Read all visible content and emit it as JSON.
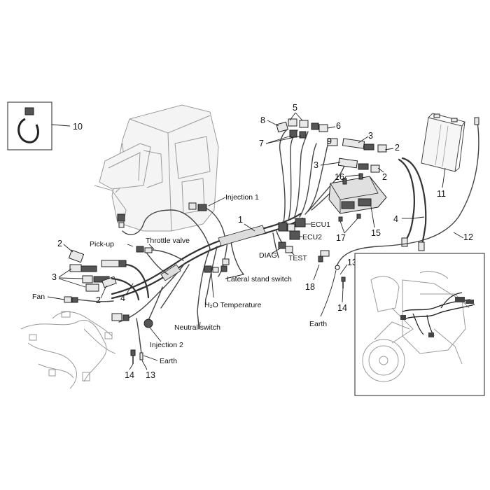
{
  "labels": {
    "injection1": "Injection 1",
    "throttle": "Throttle valve",
    "pickup": "Pick-up",
    "fan": "Fan",
    "ecu1": "ECU1",
    "ecu2": "ECU2",
    "diag": "DIAG",
    "test": "TEST",
    "lateral": "Lateral stand switch",
    "h2o": "H₂O Temperature",
    "neutral": "Neutral switch",
    "injection2": "Injection 2",
    "earth_left": "Earth",
    "earth_right": "Earth"
  },
  "numbers": {
    "n1": "1",
    "n2a": "2",
    "n2b": "2",
    "n2c": "2",
    "n2d": "2",
    "n3a": "3",
    "n3b": "3",
    "n3c": "3",
    "n4a": "4",
    "n4b": "4",
    "n5": "5",
    "n6": "6",
    "n7": "7",
    "n8": "8",
    "n9": "9",
    "n10": "10",
    "n11": "11",
    "n12": "12",
    "n13a": "13",
    "n13b": "13",
    "n14a": "14",
    "n14b": "14",
    "n15": "15",
    "n16": "16",
    "n17": "17",
    "n18": "18"
  }
}
